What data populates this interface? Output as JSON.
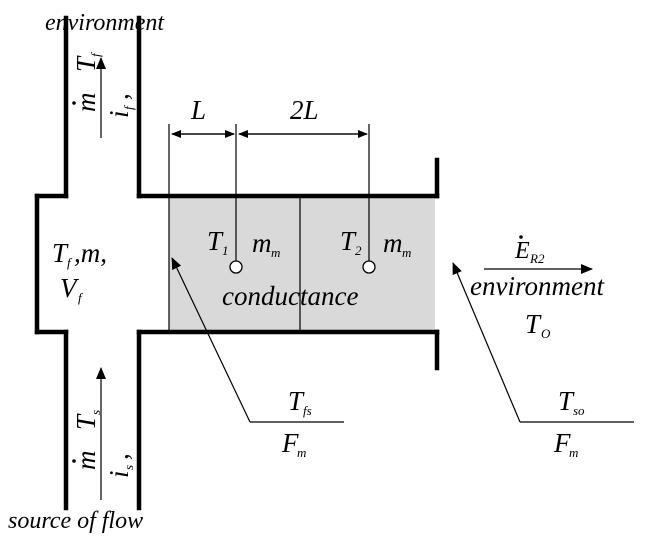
{
  "labels": {
    "env_top": "environment",
    "m_dot_top": "m",
    "t_top": "T",
    "t_top_sub": "f",
    "i_top": "i",
    "i_top_sub": "f",
    "comma_top": ",",
    "dim_L": "L",
    "dim_2L": "2L",
    "tank_T": "T",
    "tank_T_sub": "f",
    "tank_m": ",m,",
    "tank_V": "V",
    "tank_V_sub": "f",
    "t1": "T",
    "t1_sub": "1",
    "mm1": "m",
    "mm1_sub": "m",
    "t2": "T",
    "t2_sub": "2",
    "mm2": "m",
    "mm2_sub": "m",
    "conductance": "conductance",
    "e_r2": "E",
    "e_r2_sub": "R2",
    "env_right": "environment",
    "t_o": "T",
    "t_o_sub": "O",
    "tfs": "T",
    "tfs_sub": "fs",
    "fm1": "F",
    "fm1_sub": "m",
    "tso": "T",
    "tso_sub": "so",
    "fm2": "F",
    "fm2_sub": "m",
    "m_dot_bottom": "m",
    "t_bottom": "T",
    "t_bottom_sub": "s",
    "i_bottom": "i",
    "i_bottom_sub": "s",
    "comma_bottom": ",",
    "source": "source of flow"
  }
}
